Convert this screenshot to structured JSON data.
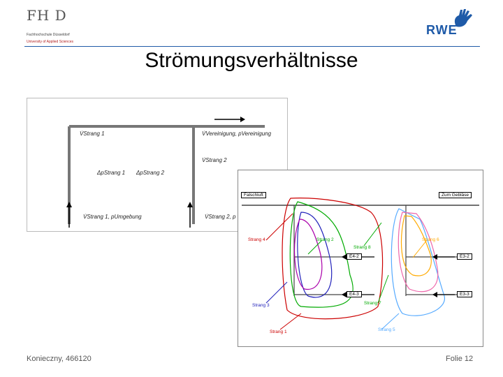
{
  "header": {
    "fhd": "FH D",
    "school": "Fachhochschule     Düsseldorf",
    "university": "University of Applied Sciences",
    "rwe": "RWE"
  },
  "title": "Strömungsverhältnisse",
  "footer": {
    "author": "Konieczny, 466120",
    "page": "Folie 12"
  },
  "figure1": {
    "labels": [
      "V̇Strang 1",
      "V̇Vereinigung, pVereinigung",
      "V̇Strang 2",
      "ΔpStrang 1",
      "ΔpStrang 2",
      "V̇Strang 1, pUmgebung",
      "V̇Strang 2, p"
    ]
  },
  "figure2": {
    "falschluft": "Falschluft",
    "zum_geblaese": "Zum Gebläse",
    "e4_2": "E4-2",
    "e4_3": "E4-3",
    "e3_2": "E3-2",
    "e3_3": "E3-3",
    "strang4": "Strang 4",
    "strang2": "Strang 2",
    "strang8": "Strang 8",
    "strang6": "Strang 6",
    "strang3": "Strang 3",
    "strang7": "Strang 7",
    "strang1": "Strang 1",
    "strang5": "Strang 5"
  }
}
